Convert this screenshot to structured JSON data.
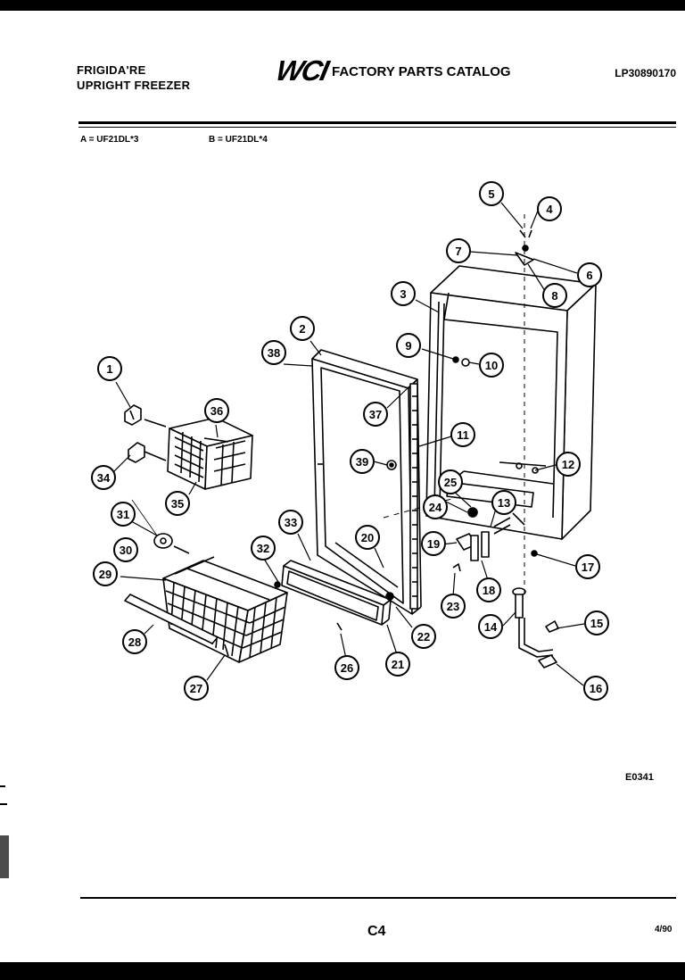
{
  "header": {
    "brand_line1": "FRIGIDA'RE",
    "brand_line2": "UPRIGHT FREEZER",
    "logo_text": "WCI",
    "catalog_title": "FACTORY PARTS CATALOG",
    "catalog_number": "LP30890170"
  },
  "models": {
    "a": "A = UF21DL*3",
    "b": "B = UF21DL*4"
  },
  "callouts": [
    "1",
    "2",
    "3",
    "4",
    "5",
    "6",
    "7",
    "8",
    "9",
    "10",
    "11",
    "12",
    "13",
    "14",
    "15",
    "16",
    "17",
    "18",
    "19",
    "20",
    "21",
    "22",
    "23",
    "24",
    "25",
    "26",
    "26",
    "27",
    "28",
    "29",
    "30",
    "31",
    "32",
    "33",
    "34",
    "35",
    "36",
    "37",
    "38",
    "39"
  ],
  "footer": {
    "ref_code": "E0341",
    "page_num": "C4",
    "rev_date": "4/90"
  },
  "colors": {
    "ink": "#000000",
    "paper": "#ffffff"
  }
}
